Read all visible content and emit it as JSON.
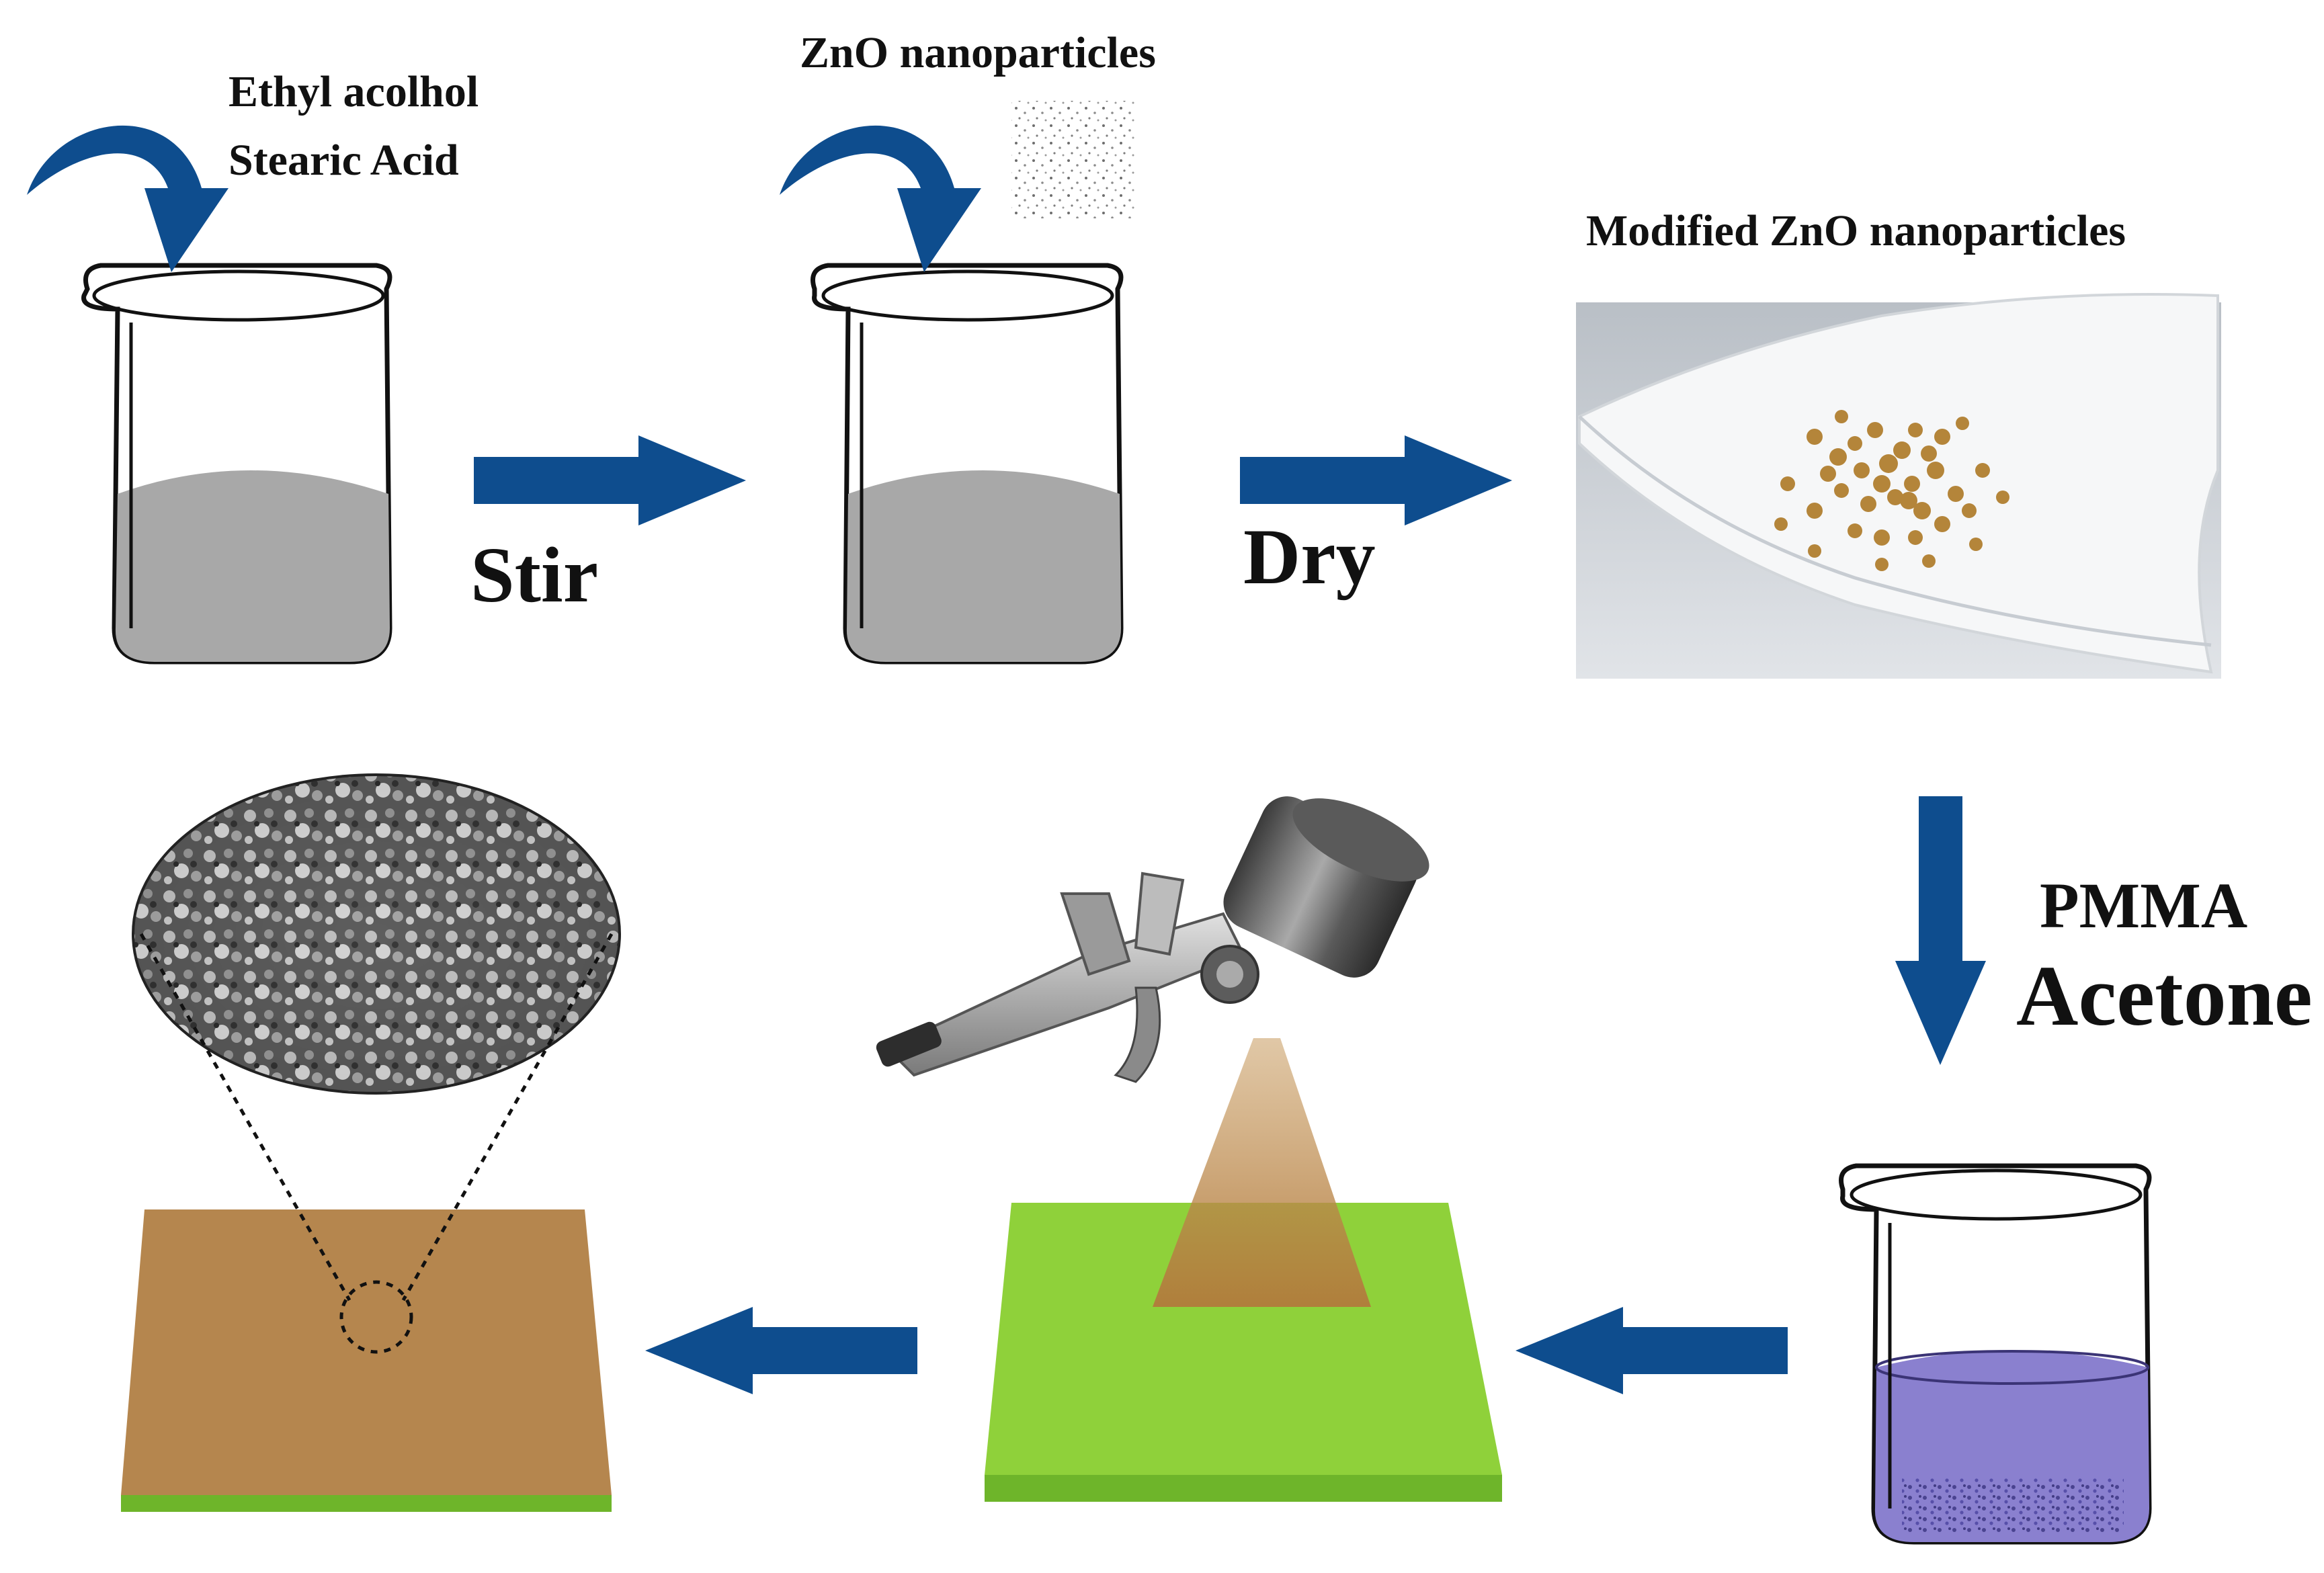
{
  "labels": {
    "ethanol": "Ethyl acolhol",
    "stearic": "Stearic Acid",
    "zno": "ZnO nanoparticles",
    "modified": "Modified ZnO nanoparticles",
    "stir": "Stir",
    "dry": "Dry",
    "pmma": "PMMA",
    "acetone": "Acetone"
  },
  "colors": {
    "arrow": "#0e4d8e",
    "solution_gray": "#a8a8a8",
    "solution_purple": "#8a80cf",
    "substrate_green": "#8fd13a",
    "coating_brown": "#b5864e",
    "particle": "#b4853a"
  },
  "icons": {
    "beaker": "beaker-icon",
    "spray_gun": "spray-gun-icon",
    "sem": "sem-micrograph-icon"
  }
}
